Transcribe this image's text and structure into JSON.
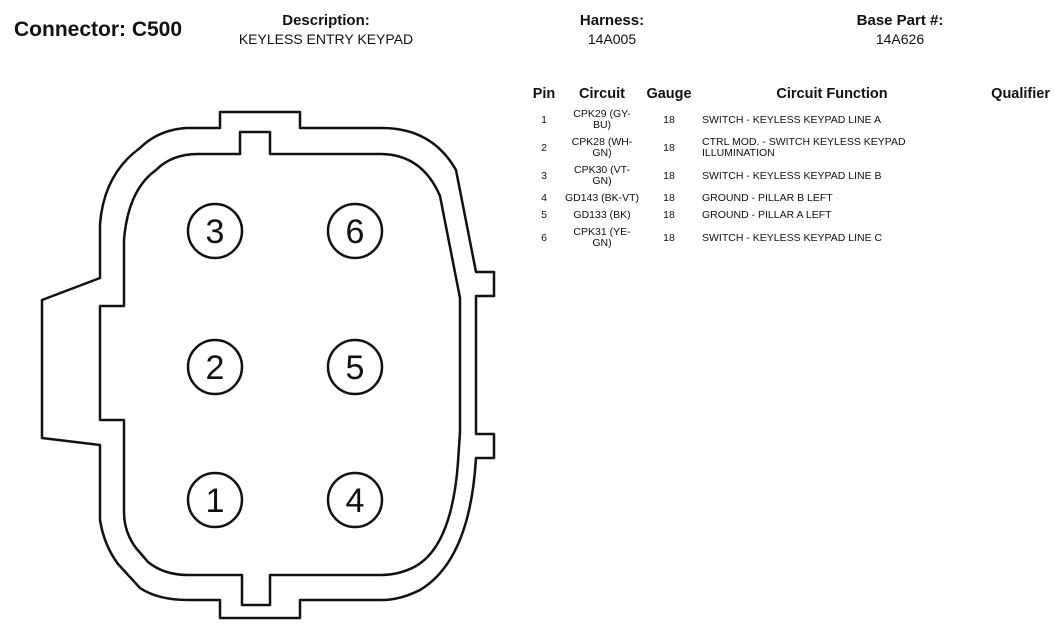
{
  "header": {
    "connector_title": "Connector: C500",
    "description_label": "Description:",
    "description_value": "KEYLESS ENTRY KEYPAD",
    "harness_label": "Harness:",
    "harness_value": "14A005",
    "base_part_label": "Base Part #:",
    "base_part_value": "14A626"
  },
  "connector": {
    "pins": [
      {
        "number": "3"
      },
      {
        "number": "6"
      },
      {
        "number": "2"
      },
      {
        "number": "5"
      },
      {
        "number": "1"
      },
      {
        "number": "4"
      }
    ]
  },
  "table": {
    "columns": [
      "Pin",
      "Circuit",
      "Gauge",
      "Circuit Function",
      "Qualifier"
    ],
    "rows": [
      {
        "pin": "1",
        "circuit_l1": "CPK29 (GY-",
        "circuit_l2": "BU)",
        "gauge": "18",
        "func_l1": "SWITCH - KEYLESS KEYPAD LINE A",
        "func_l2": "",
        "qualifier": ""
      },
      {
        "pin": "2",
        "circuit_l1": "CPK28 (WH-",
        "circuit_l2": "GN)",
        "gauge": "18",
        "func_l1": "CTRL MOD. - SWITCH KEYLESS KEYPAD",
        "func_l2": "ILLUMINATION",
        "qualifier": ""
      },
      {
        "pin": "3",
        "circuit_l1": "CPK30 (VT-",
        "circuit_l2": "GN)",
        "gauge": "18",
        "func_l1": "SWITCH - KEYLESS KEYPAD LINE B",
        "func_l2": "",
        "qualifier": ""
      },
      {
        "pin": "4",
        "circuit_l1": "GD143 (BK-VT)",
        "circuit_l2": "",
        "gauge": "18",
        "func_l1": "GROUND - PILLAR B LEFT",
        "func_l2": "",
        "qualifier": ""
      },
      {
        "pin": "5",
        "circuit_l1": "GD133 (BK)",
        "circuit_l2": "",
        "gauge": "18",
        "func_l1": "GROUND - PILLAR A LEFT",
        "func_l2": "",
        "qualifier": ""
      },
      {
        "pin": "6",
        "circuit_l1": "CPK31 (YE-",
        "circuit_l2": "GN)",
        "gauge": "18",
        "func_l1": "SWITCH - KEYLESS KEYPAD LINE C",
        "func_l2": "",
        "qualifier": ""
      }
    ]
  }
}
